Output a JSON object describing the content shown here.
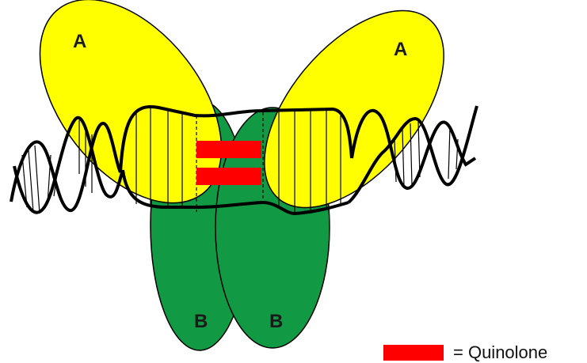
{
  "diagram": {
    "subunits": {
      "a_left": "A",
      "a_right": "A",
      "b_left": "B",
      "b_right": "B"
    },
    "legend": {
      "text": "= Quinolone"
    },
    "colors": {
      "subunit_a": "#ffff00",
      "subunit_b": "#119943",
      "quinolone": "#ff0000",
      "dna": "#000000"
    }
  }
}
